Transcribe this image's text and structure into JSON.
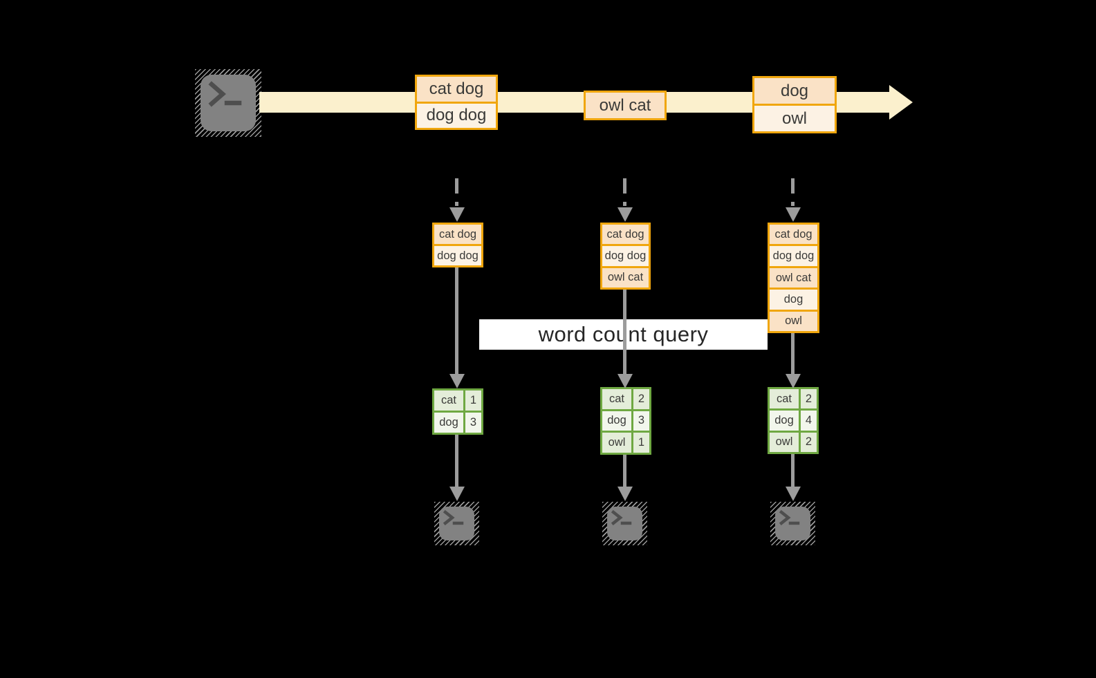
{
  "query": {
    "label": "word count query"
  },
  "stream": {
    "batches": [
      {
        "rows": [
          "cat dog",
          "dog dog"
        ]
      },
      {
        "rows": [
          "owl cat"
        ]
      },
      {
        "rows": [
          "dog",
          "owl"
        ]
      }
    ]
  },
  "columns": [
    {
      "snapshot": [
        "cat dog",
        "dog dog"
      ],
      "counts": [
        {
          "word": "cat",
          "count": "1"
        },
        {
          "word": "dog",
          "count": "3"
        }
      ]
    },
    {
      "snapshot": [
        "cat dog",
        "dog dog",
        "owl cat"
      ],
      "counts": [
        {
          "word": "cat",
          "count": "2"
        },
        {
          "word": "dog",
          "count": "3"
        },
        {
          "word": "owl",
          "count": "1"
        }
      ]
    },
    {
      "snapshot": [
        "cat dog",
        "dog dog",
        "owl cat",
        "dog",
        "owl"
      ],
      "counts": [
        {
          "word": "cat",
          "count": "2"
        },
        {
          "word": "dog",
          "count": "4"
        },
        {
          "word": "owl",
          "count": "2"
        }
      ]
    }
  ],
  "colors": {
    "background": "#000000",
    "accent-gold": "#F0A60D",
    "fill-peach": "#FAE2C6",
    "fill-cream": "#FCF2E4",
    "stream-yellow": "#FBF0CD",
    "accent-green": "#6FA842",
    "fill-green-dark": "#E4EDD9",
    "fill-green-light": "#F2F6EC",
    "arrow-gray": "#9C9C9C",
    "terminal-gray": "#828282",
    "glyph-gray": "#4E4E4E",
    "text-dark": "#3A3A38",
    "query-bg": "#FFFFFF",
    "query-text": "#262626"
  }
}
